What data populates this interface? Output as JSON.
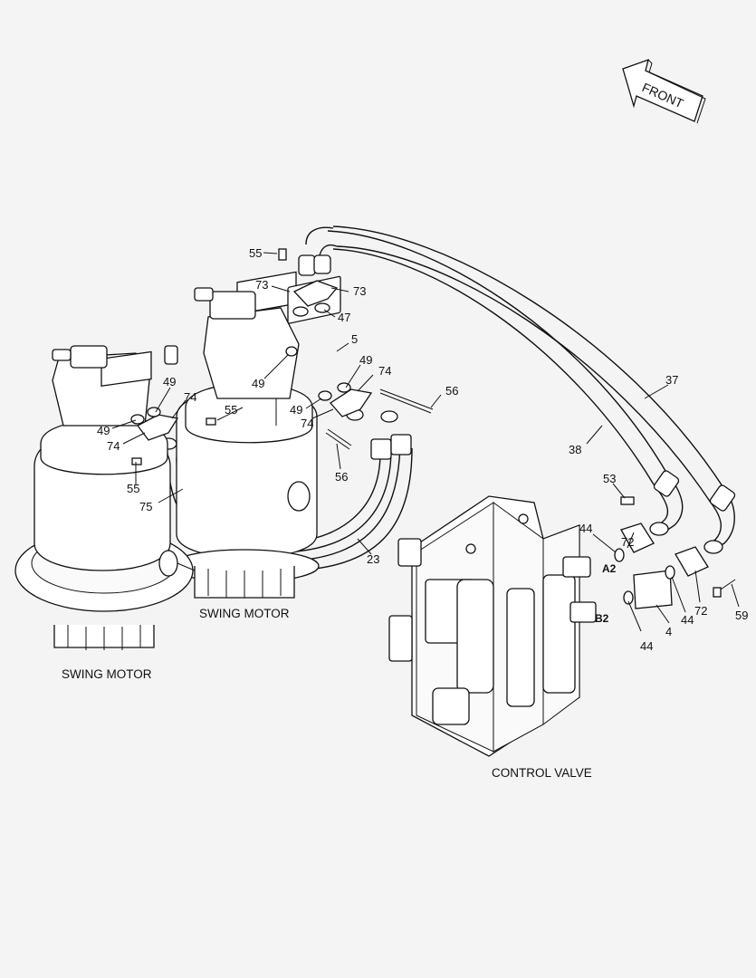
{
  "front_arrow": {
    "label": "FRONT"
  },
  "captions": {
    "swing_motor_left": "SWING MOTOR",
    "swing_motor_right": "SWING MOTOR",
    "control_valve": "CONTROL VALVE"
  },
  "ports": {
    "a2": "A2",
    "b2": "B2"
  },
  "callouts": {
    "c55_top": "55",
    "c73_a": "73",
    "c73_b": "73",
    "c47": "47",
    "c5": "5",
    "c49_a": "49",
    "c49_b": "49",
    "c49_c": "49",
    "c49_d": "49",
    "c49_e": "49",
    "c74_a": "74",
    "c74_b": "74",
    "c74_c": "74",
    "c74_d": "74",
    "c55_mid": "55",
    "c55_low": "55",
    "c56_a": "56",
    "c56_b": "56",
    "c75": "75",
    "c23": "23",
    "c37": "37",
    "c38": "38",
    "c53": "53",
    "c44_a": "44",
    "c44_b": "44",
    "c44_c": "44",
    "c72_a": "72",
    "c72_b": "72",
    "c4": "4",
    "c59": "59"
  }
}
